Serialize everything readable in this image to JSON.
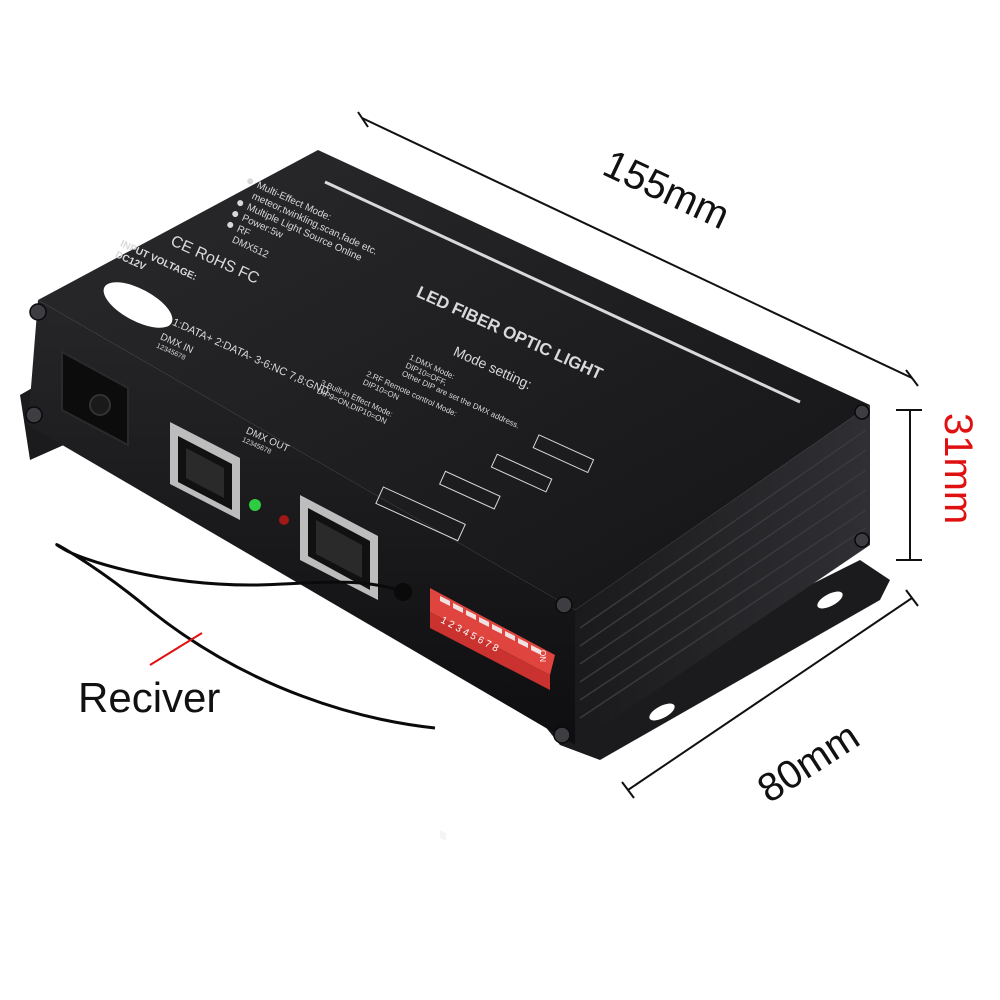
{
  "dimensions": {
    "length": "155mm",
    "height": "31mm",
    "width": "80mm"
  },
  "callout": {
    "label": "Reciver"
  },
  "panel": {
    "title": "LED FIBER OPTIC LIGHT",
    "mode_setting": "Mode setting:",
    "mode1": "1.DMX Mode:",
    "mode1b": "DIP10=OFF,",
    "mode1c": "Other DIP are set the DMX address.",
    "mode2": "2.RF Remote control Mode:",
    "mode2b": "DIP10=ON",
    "mode3": "3.Built-in Effect Mode:",
    "mode3b": "DIP9=ON,DIP10=ON",
    "features": [
      "Multi-Effect Mode:",
      "meteor,twinkling,scan,fade etc.",
      "Multiple Light Source Online",
      "Power:5w",
      "RF",
      "DMX512"
    ],
    "certs": "CE RoHS FC",
    "input_voltage": "INPUT VOLTAGE:",
    "dc": "DC12V",
    "pinout": "1:DATA+  2:DATA-  3-6:NC  7,8:GND",
    "dmx_in": "DMX IN",
    "dmx_out": "DMX OUT",
    "pins": "12345678",
    "dip_numbers": "1 2 3 4 5 6 7 8",
    "dip_on": "ON"
  },
  "colors": {
    "case": "#1c1c1e",
    "dip": "#e0443f",
    "dim_red": "#e01010",
    "led_green": "#2ecc40",
    "led_red": "#a01818"
  }
}
